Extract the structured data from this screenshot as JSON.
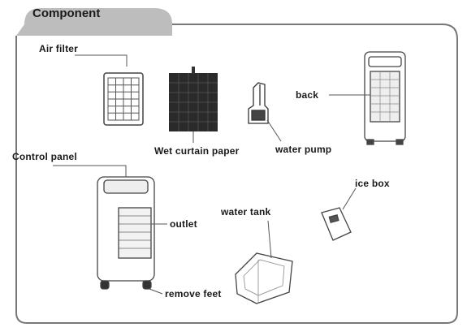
{
  "header": {
    "title": "Component"
  },
  "labels": {
    "air_filter": "Air filter",
    "wet_curtain_paper": "Wet curtain paper",
    "water_pump": "water pump",
    "back": "back",
    "control_panel": "Control panel",
    "outlet": "outlet",
    "water_tank": "water tank",
    "ice_box": "ice  box",
    "remove_feet": "remove feet"
  },
  "colors": {
    "line": "#6e6e6e",
    "header_tab": "#bdbdbd",
    "ink": "#1a1a1a"
  }
}
